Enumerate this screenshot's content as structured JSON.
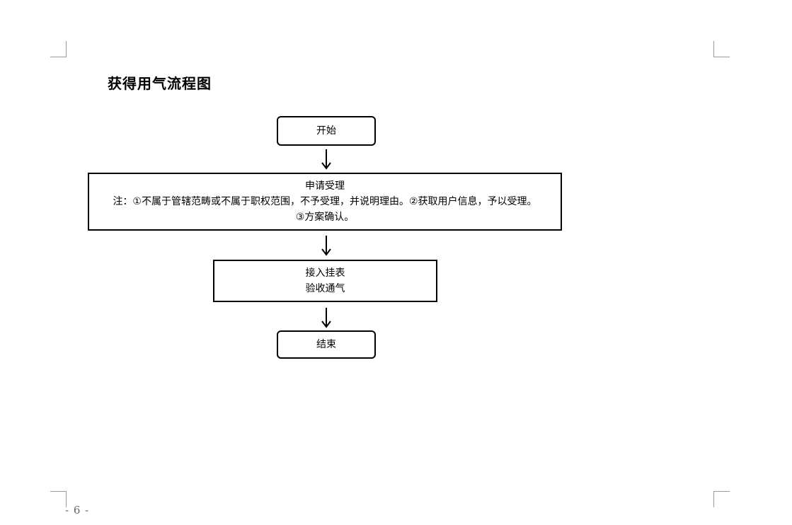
{
  "title": "获得用气流程图",
  "flowchart": {
    "start": "开始",
    "apply": {
      "heading": "申请受理",
      "note_line1": "注：①不属于管辖范畴或不属于职权范围，不予受理，并说明理由。②获取用户信息，予以受理。",
      "note_line2": "③方案确认。"
    },
    "install": {
      "line1": "接入挂表",
      "line2": "验收通气"
    },
    "end": "结束"
  },
  "page_number": "- 6 -"
}
